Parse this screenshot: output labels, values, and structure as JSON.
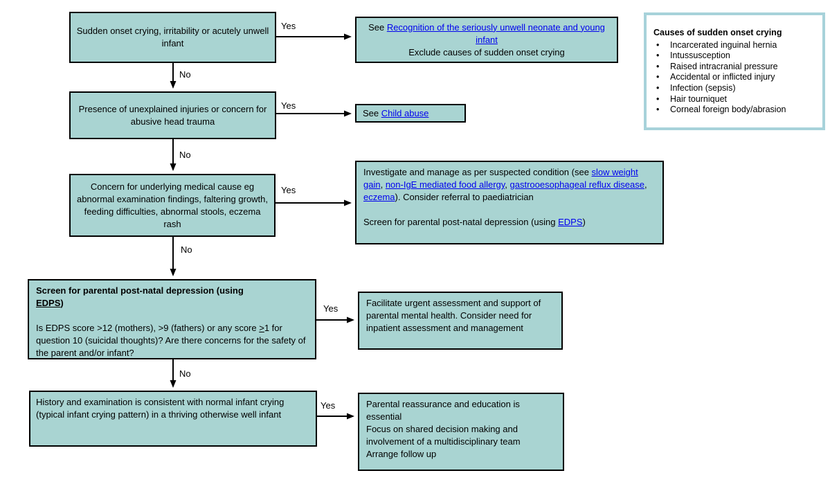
{
  "labels": {
    "yes": "Yes",
    "no": "No"
  },
  "colors": {
    "node_fill": "#a9d4d2",
    "node_border": "#000000",
    "panel_border": "#a7d2da",
    "link_blue": "#0000ee",
    "background": "#ffffff"
  },
  "nodes": {
    "start": {
      "text": "Sudden onset crying, irritability or acutely unwell infant"
    },
    "recognition": {
      "prefix": "See ",
      "link": "Recognition of the seriously unwell neonate and young infant",
      "line2": "Exclude causes of sudden onset crying"
    },
    "injuries": {
      "text": "Presence of unexplained injuries or concern for abusive head trauma"
    },
    "child_abuse": {
      "prefix": "See ",
      "link": "Child abuse"
    },
    "medical_cause": {
      "text": "Concern for underlying medical cause eg abnormal examination findings, faltering growth, feeding difficulties, abnormal stools, eczema rash"
    },
    "investigate": {
      "t1": "Investigate and manage as per suspected condition (see ",
      "link1": "slow weight gain",
      "t2": ", ",
      "link2": "non-IgE mediated food allergy",
      "t3": ", ",
      "link3": "gastrooesophageal reflux disease",
      "t4": ", ",
      "link4": "eczema",
      "t5": "). Consider referral to paediatrician",
      "t6": "Screen for parental post-natal depression (using ",
      "link5": "EDPS",
      "t7": ")"
    },
    "screen_edps": {
      "head1": "Screen for parental post-natal depression (using",
      "head_link": "EDPS",
      "head2": ")",
      "body1": "Is EDPS score >12 (mothers), >9 (fathers) or any score ",
      "geq": ">",
      "body2": "1 for question 10 (suicidal thoughts)? Are there concerns for the safety of the parent and/or infant?"
    },
    "facilitate": {
      "text": "Facilitate urgent assessment and support of parental mental health. Consider need for inpatient assessment and management"
    },
    "normal_crying": {
      "text": "History and examination is consistent with normal infant crying (typical infant crying pattern) in a thriving otherwise well infant"
    },
    "reassurance": {
      "line1": "Parental reassurance and education is essential",
      "line2": "Focus on shared decision making and involvement of a multidisciplinary team",
      "line3": "Arrange follow up"
    }
  },
  "causes_panel": {
    "title": "Causes of sudden onset crying",
    "bullet": "•",
    "items": [
      "Incarcerated inguinal hernia",
      "Intussusception",
      "Raised intracranial pressure",
      "Accidental or inflicted injury",
      "Infection (sepsis)",
      "Hair tourniquet",
      "Corneal foreign body/abrasion"
    ]
  }
}
